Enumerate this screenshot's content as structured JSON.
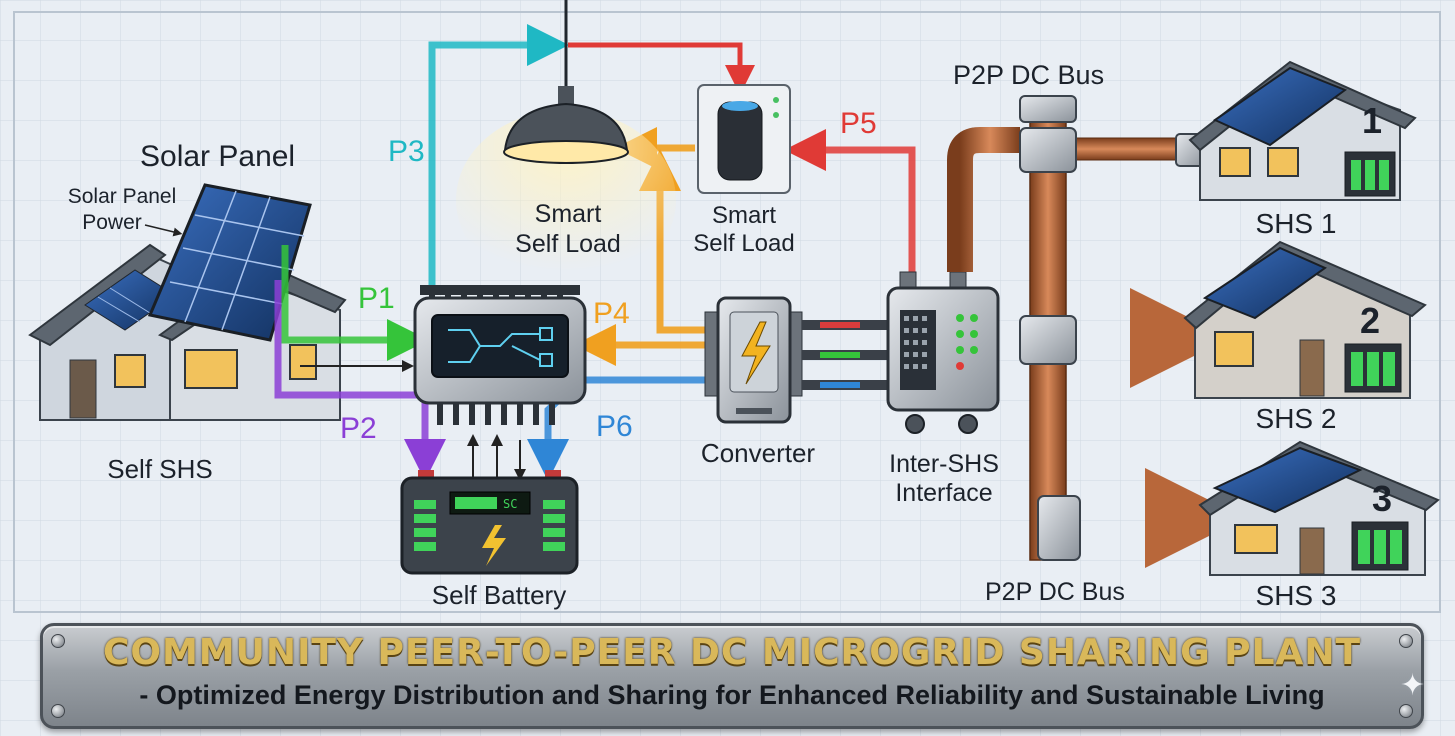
{
  "labels": {
    "solar_panel": "Solar Panel",
    "solar_panel_power_line1": "Solar Panel",
    "solar_panel_power_line2": "Power",
    "self_shs": "Self SHS",
    "smart_self_load_left_line1": "Smart",
    "smart_self_load_left_line2": "Self Load",
    "smart_self_load_right_line1": "Smart",
    "smart_self_load_right_line2": "Self Load",
    "converter": "Converter",
    "inter_shs_line1": "Inter-SHS",
    "inter_shs_line2": "Interface",
    "self_battery": "Self Battery",
    "battery_display": "SC",
    "p2p_bus_top": "P2P DC Bus",
    "p2p_bus_bottom": "P2P DC Bus",
    "shs1": "SHS 1",
    "shs2": "SHS 2",
    "shs3": "SHS 3",
    "house1_number": "1",
    "house2_number": "2",
    "house3_number": "3"
  },
  "power_paths": [
    {
      "id": "P1",
      "label": "P1",
      "color": "#35c43a"
    },
    {
      "id": "P2",
      "label": "P2",
      "color": "#8b3fd6"
    },
    {
      "id": "P3",
      "label": "P3",
      "color": "#1fb8c4"
    },
    {
      "id": "P4",
      "label": "P4",
      "color": "#f0a020"
    },
    {
      "id": "P5",
      "label": "P5",
      "color": "#e03a36"
    },
    {
      "id": "P6",
      "label": "P6",
      "color": "#2f86d6"
    }
  ],
  "banner": {
    "title": "COMMUNITY PEER-TO-PEER DC MICROGRID SHARING PLANT",
    "subtitle": "- Optimized Energy Distribution and Sharing for Enhanced Reliability and Sustainable Living"
  },
  "colors": {
    "background": "#e9eef4",
    "copper": "#b8673a",
    "banner_title": "#d9b85a",
    "solar_blue": "#1f4f94"
  },
  "icons": {
    "converter_symbol": "lightning-bolt-icon",
    "battery_symbol": "lightning-bolt-icon",
    "corner_mark": "sparkle-icon"
  }
}
